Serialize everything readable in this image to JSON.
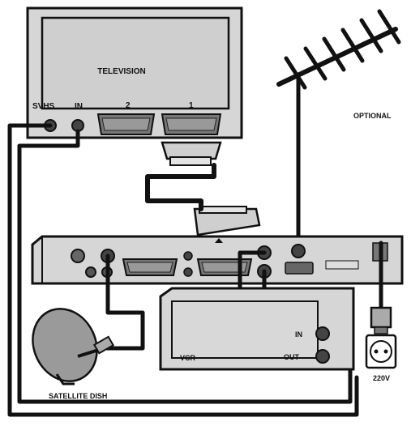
{
  "labels": {
    "television": "TELEVISION",
    "svhs": "SVHS",
    "tv_in": "IN",
    "scart_2": "2",
    "scart_1": "1",
    "optional": "OPTIONAL",
    "vcr": "VCR",
    "vcr_in": "IN",
    "vcr_out": "OUT",
    "satellite_dish": "SATELLITE DISH",
    "voltage": "220V"
  },
  "colors": {
    "device_fill": "#d6d6d6",
    "screen_fill": "#cfcfcf",
    "outline": "#111111",
    "cable": "#111111"
  },
  "icons": [
    "tv-antenna-icon",
    "satellite-dish-icon",
    "power-plug-icon",
    "scart-plug-icon"
  ]
}
